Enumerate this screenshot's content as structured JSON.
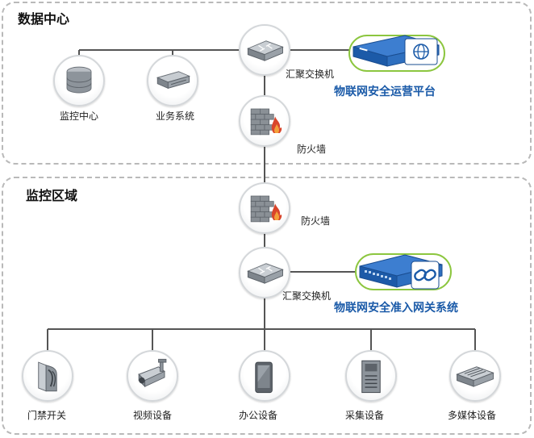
{
  "zones": {
    "datacenter": {
      "title": "数据中心"
    },
    "monitor": {
      "title": "监控区域"
    }
  },
  "datacenter": {
    "switch_label": "汇聚交换机",
    "firewall_label": "防火墙",
    "monitor_center_label": "监控中心",
    "business_label": "业务系统",
    "platform_title": "物联网安全运营平台"
  },
  "monitor_zone": {
    "firewall_label": "防火墙",
    "switch_label": "汇聚交换机",
    "gateway_title": "物联网安全准入网关系统",
    "endpoints": [
      {
        "label": "门禁开关",
        "icon": "door-access-icon"
      },
      {
        "label": "视频设备",
        "icon": "camera-icon"
      },
      {
        "label": "办公设备",
        "icon": "tablet-icon"
      },
      {
        "label": "采集设备",
        "icon": "collector-icon"
      },
      {
        "label": "多媒体设备",
        "icon": "multimedia-icon"
      }
    ]
  },
  "colors": {
    "line": "#555555",
    "accent_blue": "#1a5aa8",
    "accent_green": "#8cc63f",
    "firewall_red": "#d9452b"
  }
}
